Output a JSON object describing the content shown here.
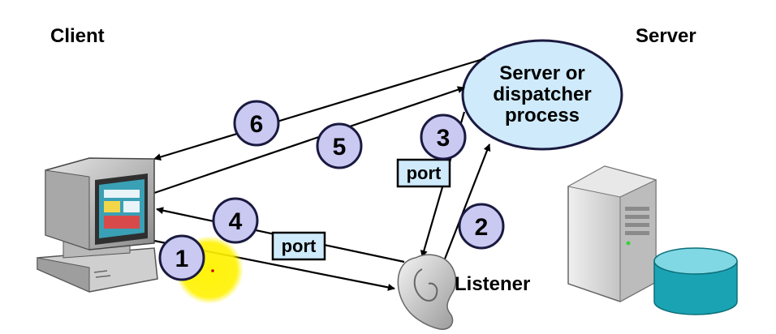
{
  "diagram": {
    "client_label": "Client",
    "server_label": "Server",
    "process_lines": [
      "Server or",
      "dispatcher",
      "process"
    ],
    "listener_label": "Listener",
    "port_label_1": "port",
    "port_label_2": "port",
    "steps": [
      "1",
      "2",
      "3",
      "4",
      "5",
      "6"
    ]
  },
  "colors": {
    "step_circle_fill": "#c9c9f2",
    "step_circle_stroke": "#1a1a40",
    "process_ellipse_fill": "#cfeafa",
    "port_box_fill": "#cfeafa",
    "highlight": "#fff200",
    "database": "#1aa3b3"
  },
  "icons": [
    "client-computer-icon",
    "server-tower-icon",
    "database-icon",
    "ear-icon"
  ]
}
